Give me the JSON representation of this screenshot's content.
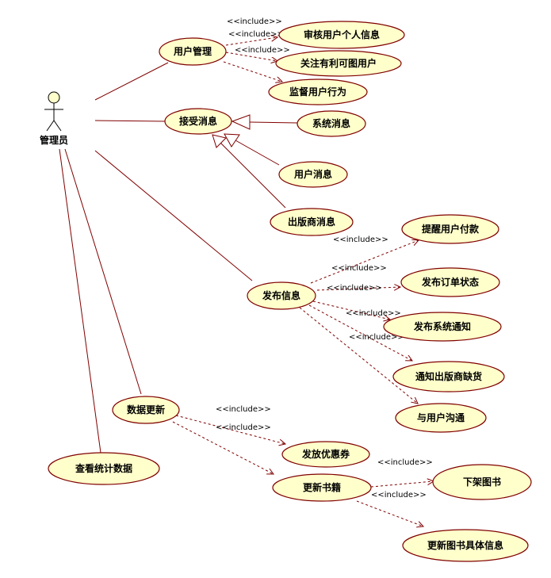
{
  "actor": {
    "name": "管理员"
  },
  "use_cases": {
    "user_mgmt": "用户管理",
    "review_info": "审核用户个人信息",
    "watch_users": "关注有利可图用户",
    "monitor_behavior": "监督用户行为",
    "receive_msg": "接受消息",
    "system_msg": "系统消息",
    "user_msg": "用户消息",
    "publisher_msg": "出版商消息",
    "publish_info": "发布信息",
    "remind_payment": "提醒用户付款",
    "order_status": "发布订单状态",
    "system_notice": "发布系统通知",
    "notify_shortage": "通知出版商缺货",
    "communicate": "与用户沟通",
    "data_update": "数据更新",
    "issue_coupon": "发放优惠券",
    "update_books": "更新书籍",
    "delist_books": "下架图书",
    "update_book_details": "更新图书具体信息",
    "view_stats": "查看统计数据"
  },
  "stereotypes": {
    "include": "<<include>>"
  }
}
